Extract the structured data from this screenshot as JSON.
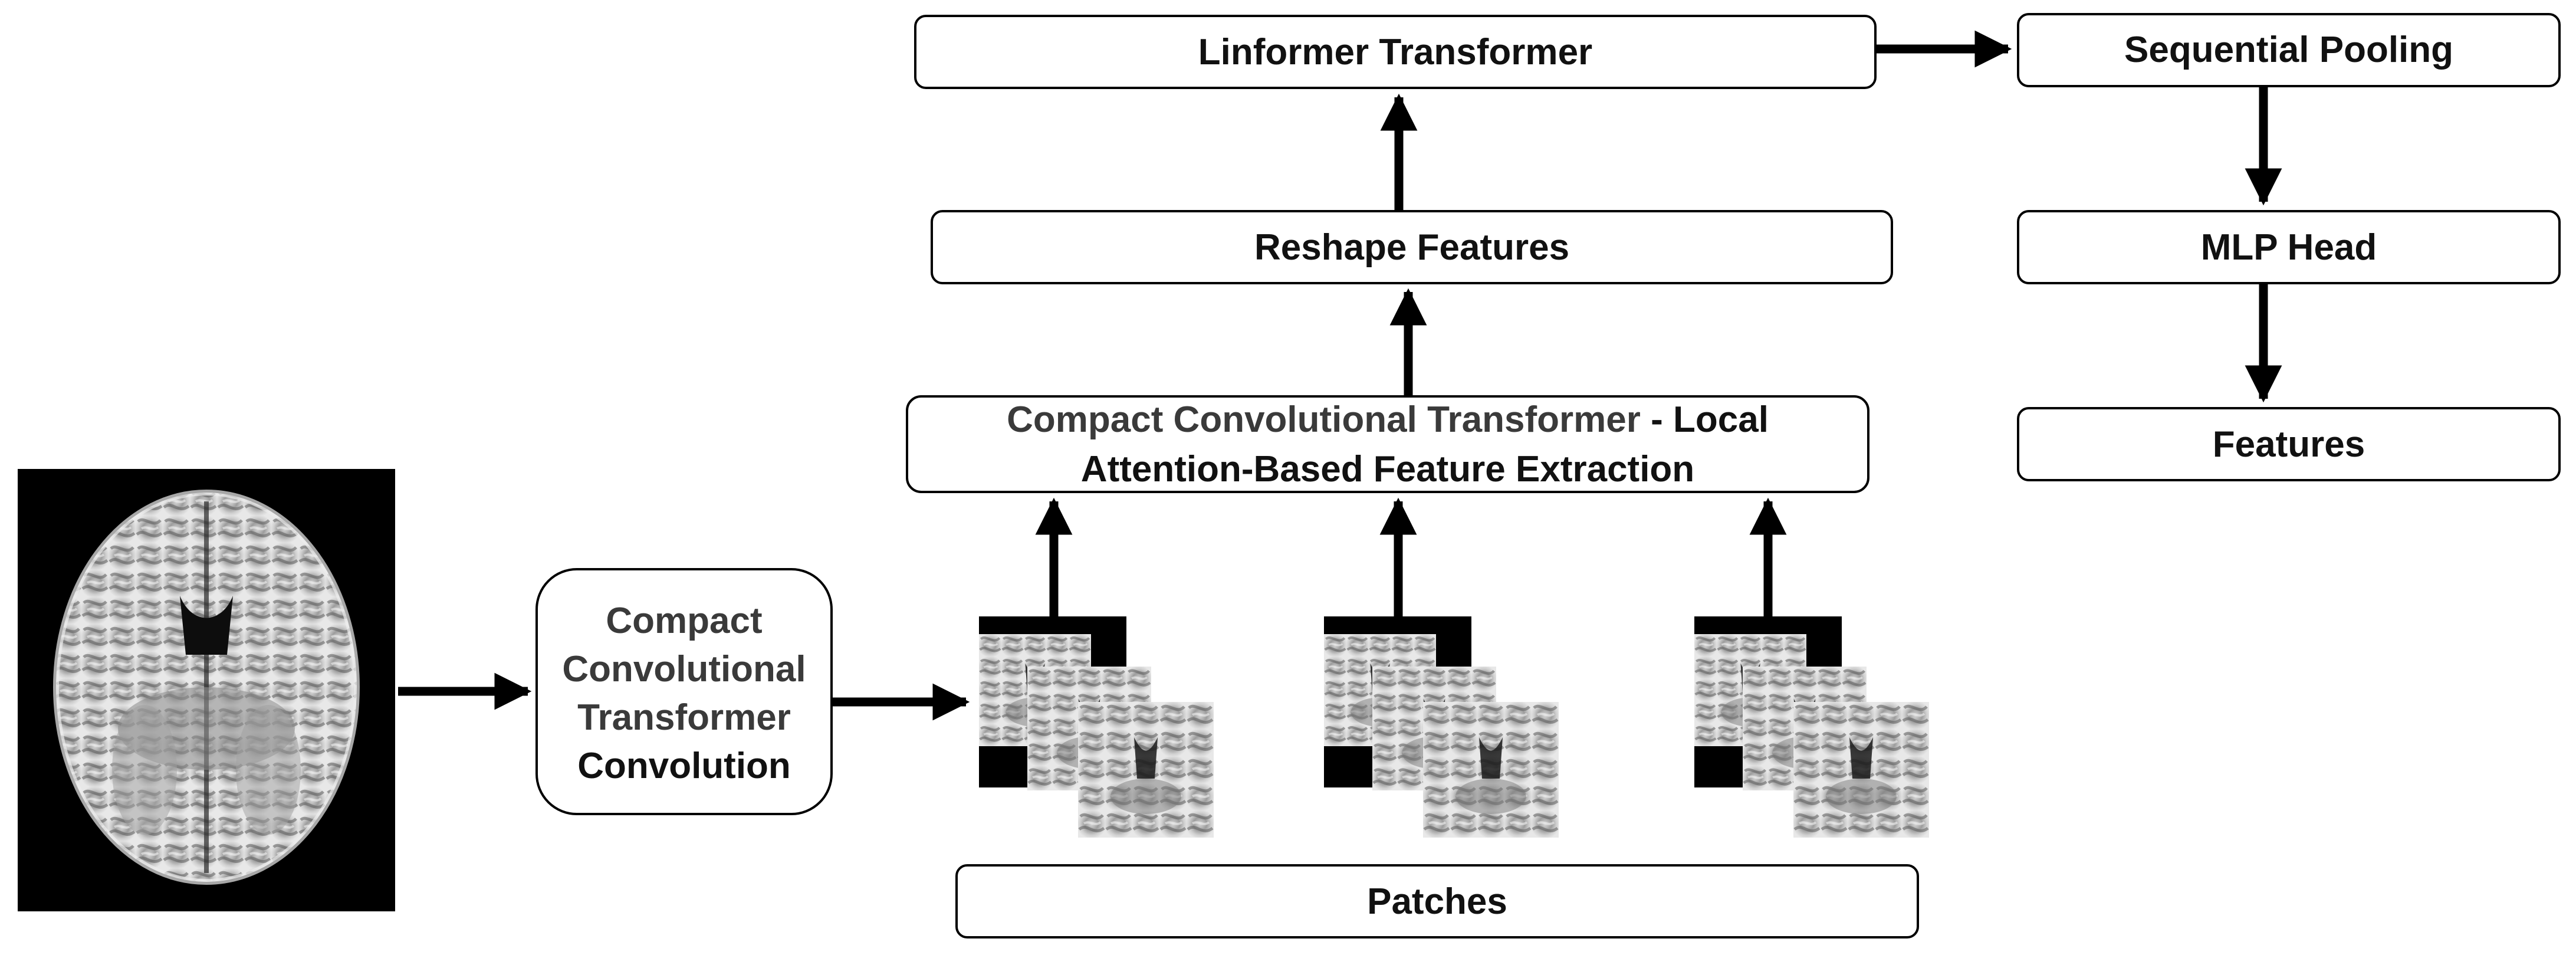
{
  "colors": {
    "background": "#ffffff",
    "stroke": "#000000",
    "text": "#111111",
    "muted_text": "#3a3a3a"
  },
  "nodes": {
    "linformer": {
      "label": "Linformer Transformer"
    },
    "sequential_pooling": {
      "label": "Sequential Pooling"
    },
    "reshape": {
      "label": "Reshape Features"
    },
    "mlp_head": {
      "label": "MLP Head"
    },
    "features": {
      "label": "Features"
    },
    "cct_local": {
      "line1_gray": "Compact Convolutional Transformer",
      "line1_bold": " - Local",
      "line2": "Attention-Based Feature Extraction"
    },
    "cct_conv": {
      "line1": "Compact",
      "line2": "Convolutional",
      "line3": "Transformer",
      "line4": "Convolution"
    },
    "patches": {
      "label": "Patches"
    }
  },
  "images": {
    "input": "brain-mri-axial-slice",
    "patch_groups": [
      "brain-mri-patch-stack",
      "brain-mri-patch-stack",
      "brain-mri-patch-stack"
    ]
  },
  "edges": [
    [
      "input",
      "cct_conv"
    ],
    [
      "cct_conv",
      "patches"
    ],
    [
      "patches",
      "cct_local"
    ],
    [
      "cct_local",
      "reshape"
    ],
    [
      "reshape",
      "linformer"
    ],
    [
      "linformer",
      "sequential_pooling"
    ],
    [
      "sequential_pooling",
      "mlp_head"
    ],
    [
      "mlp_head",
      "features"
    ]
  ]
}
